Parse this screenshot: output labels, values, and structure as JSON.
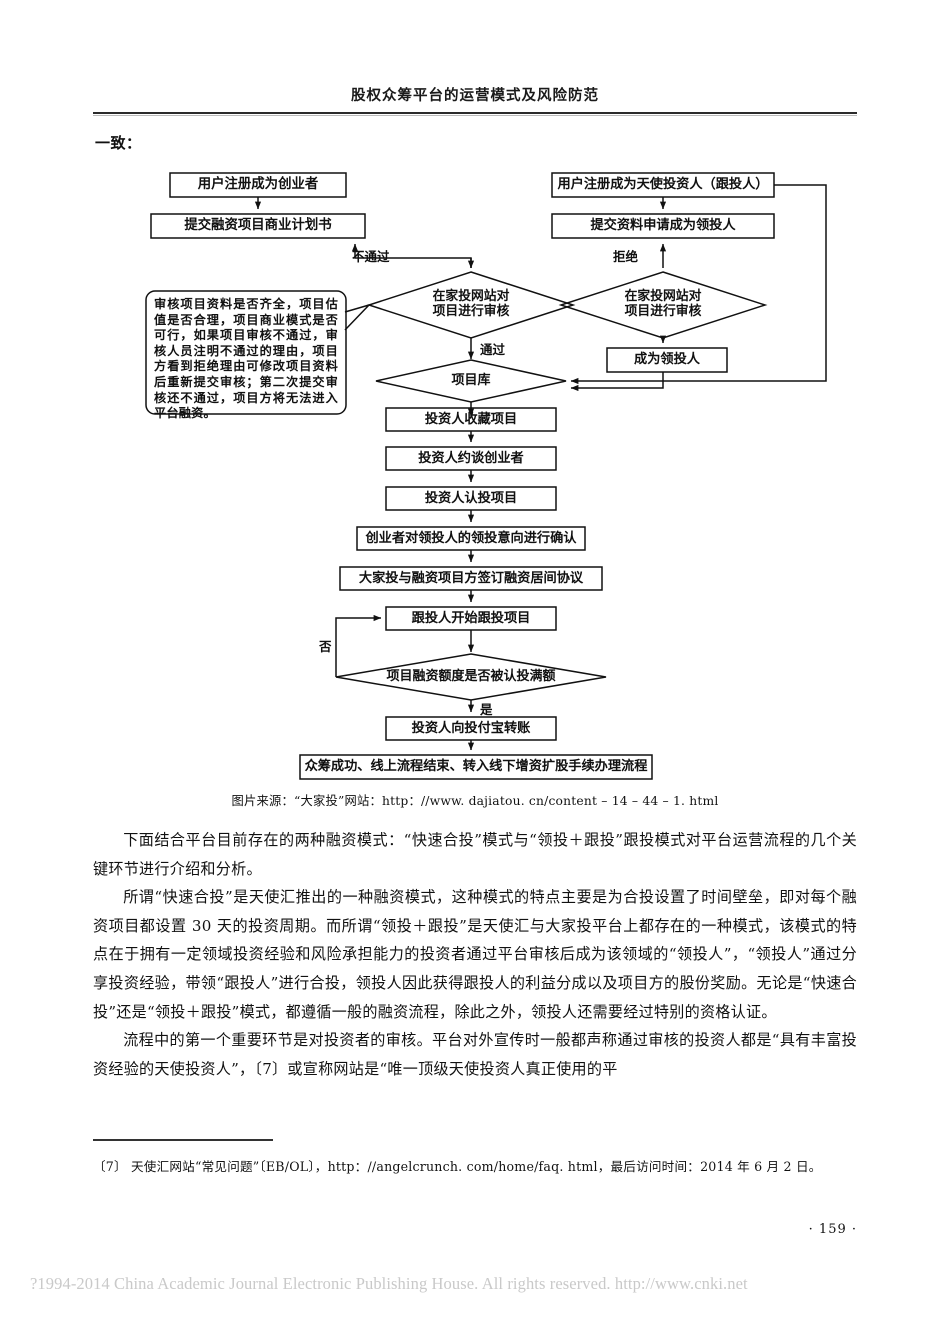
{
  "running_head": "股权众筹平台的运营模式及风险防范",
  "lead_in": "一致：",
  "flowchart": {
    "nodes": {
      "n1": "用户注册成为创业者",
      "n2": "提交融资项目商业计划书",
      "n3": "在家投网站对\n项目进行审核",
      "n4": "项目库",
      "n5": "投资人收藏项目",
      "n6": "投资人约谈创业者",
      "n7": "投资人认投项目",
      "n8": "创业者对领投人的领投意向进行确认",
      "n9": "大家投与融资项目方签订融资居间协议",
      "n10": "跟投人开始跟投项目",
      "n11": "项目融资额度是否被认投满额",
      "n12": "投资人向投付宝转账",
      "n13": "众筹成功、线上流程结束、转入线下增资扩股手续办理流程",
      "r1": "用户注册成为天使投资人（跟投人）",
      "r2": "提交资料申请成为领投人",
      "r3": "在家投网站对\n项目进行审核",
      "r4": "成为领投人"
    },
    "edge_labels": {
      "e_fail": "不通过",
      "e_pass": "通过",
      "e_reject": "拒绝",
      "e_no": "否",
      "e_yes": "是"
    },
    "note": "审核项目资料是否齐全，项目估值是否合理，项目商业模式是否可行，如果项目审核不通过，审核人员注明不通过的理由，项目方看到拒绝理由可修改项目资料后重新提交审核；第二次提交审核还不通过，项目方将无法进入平台融资。"
  },
  "caption": "图片来源：“大家投”网站：http：//www. dajiatou. cn/content – 14 – 44 – 1. html",
  "paragraphs": [
    "下面结合平台目前存在的两种融资模式：“快速合投”模式与“领投＋跟投”跟投模式对平台运营流程的几个关键环节进行介绍和分析。",
    "所谓“快速合投”是天使汇推出的一种融资模式，这种模式的特点主要是为合投设置了时间壁垒，即对每个融资项目都设置 30 天的投资周期。而所谓“领投＋跟投”是天使汇与大家投平台上都存在的一种模式，该模式的特点在于拥有一定领域投资经验和风险承担能力的投资者通过平台审核后成为该领域的“领投人”，“领投人”通过分享投资经验，带领“跟投人”进行合投，领投人因此获得跟投人的利益分成以及项目方的股份奖励。无论是“快速合投”还是“领投＋跟投”模式，都遵循一般的融资流程，除此之外，领投人还需要经过特别的资格认证。",
    "流程中的第一个重要环节是对投资者的审核。平台对外宣传时一般都声称通过审核的投资人都是“具有丰富投资经验的天使投资人”，〔7〕或宣称网站是“唯一顶级天使投资人真正使用的平"
  ],
  "footnote": "〔7〕 天使汇网站“常见问题”〔EB/OL〕，http：//angelcrunch. com/home/faq. html，最后访问时间：2014 年 6 月 2 日。",
  "page_number": "· 159 ·",
  "cnki_footer": "?1994-2014 China Academic Journal Electronic Publishing House. All rights reserved.    http://www.cnki.net"
}
